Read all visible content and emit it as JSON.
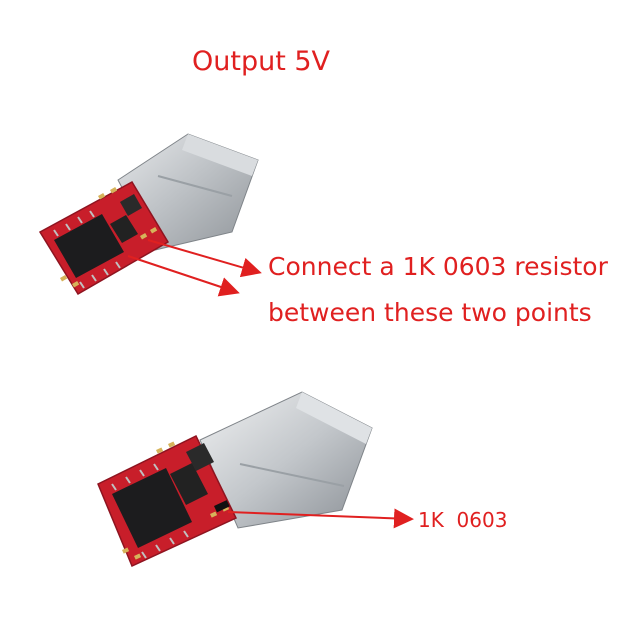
{
  "title": "Output 5V",
  "annotation_top": {
    "line1": "Connect a 1K 0603 resistor",
    "line2": "between these two points"
  },
  "annotation_bottom": "1K  0603",
  "colors": {
    "text": "#e02020",
    "arrow": "#e02020",
    "pcb": "#c81e2a",
    "connector": "#c9ccd0",
    "chip": "#1c1c1e"
  }
}
